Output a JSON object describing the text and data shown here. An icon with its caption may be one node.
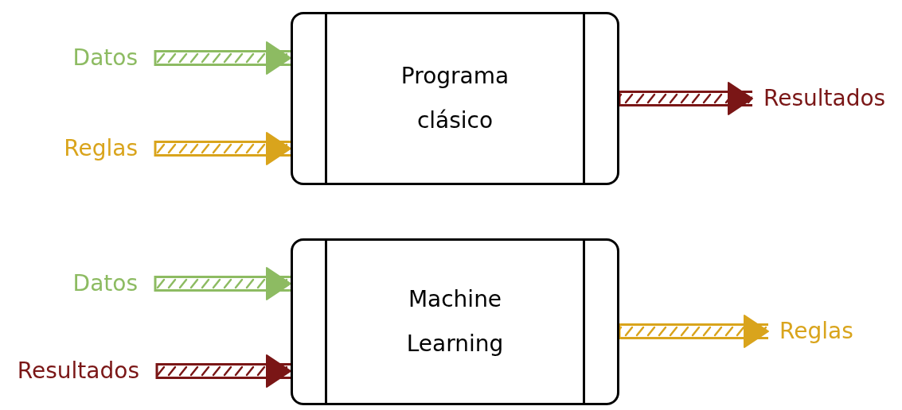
{
  "diagram": {
    "nodes": [
      {
        "text": [
          "Datos"
        ]
      },
      {
        "text": [
          "Reglas"
        ]
      },
      {
        "text": [
          "Programa clásico"
        ]
      },
      {
        "text": [
          "Resultados"
        ]
      },
      {
        "text": [
          "Datos"
        ]
      },
      {
        "text": [
          "Resultados"
        ]
      },
      {
        "text": [
          "Machine Learning"
        ]
      },
      {
        "text": [
          "Reglas"
        ]
      }
    ],
    "edges": [
      {
        "from": 0,
        "to": 2,
        "arrow": "to",
        "style": "thick",
        "color": "#8dbb62"
      },
      {
        "from": 1,
        "to": 2,
        "arrow": "to",
        "style": "thick",
        "color": "#d9a41c"
      },
      {
        "from": 2,
        "to": 3,
        "arrow": "to",
        "style": "thick",
        "color": "#7a1616"
      },
      {
        "from": 4,
        "to": 6,
        "arrow": "to",
        "style": "thick",
        "color": "#8dbb62"
      },
      {
        "from": 5,
        "to": 6,
        "arrow": "to",
        "style": "thick",
        "color": "#7a1616"
      },
      {
        "from": 6,
        "to": 7,
        "arrow": "to",
        "style": "thick",
        "color": "#d9a41c"
      }
    ]
  }
}
